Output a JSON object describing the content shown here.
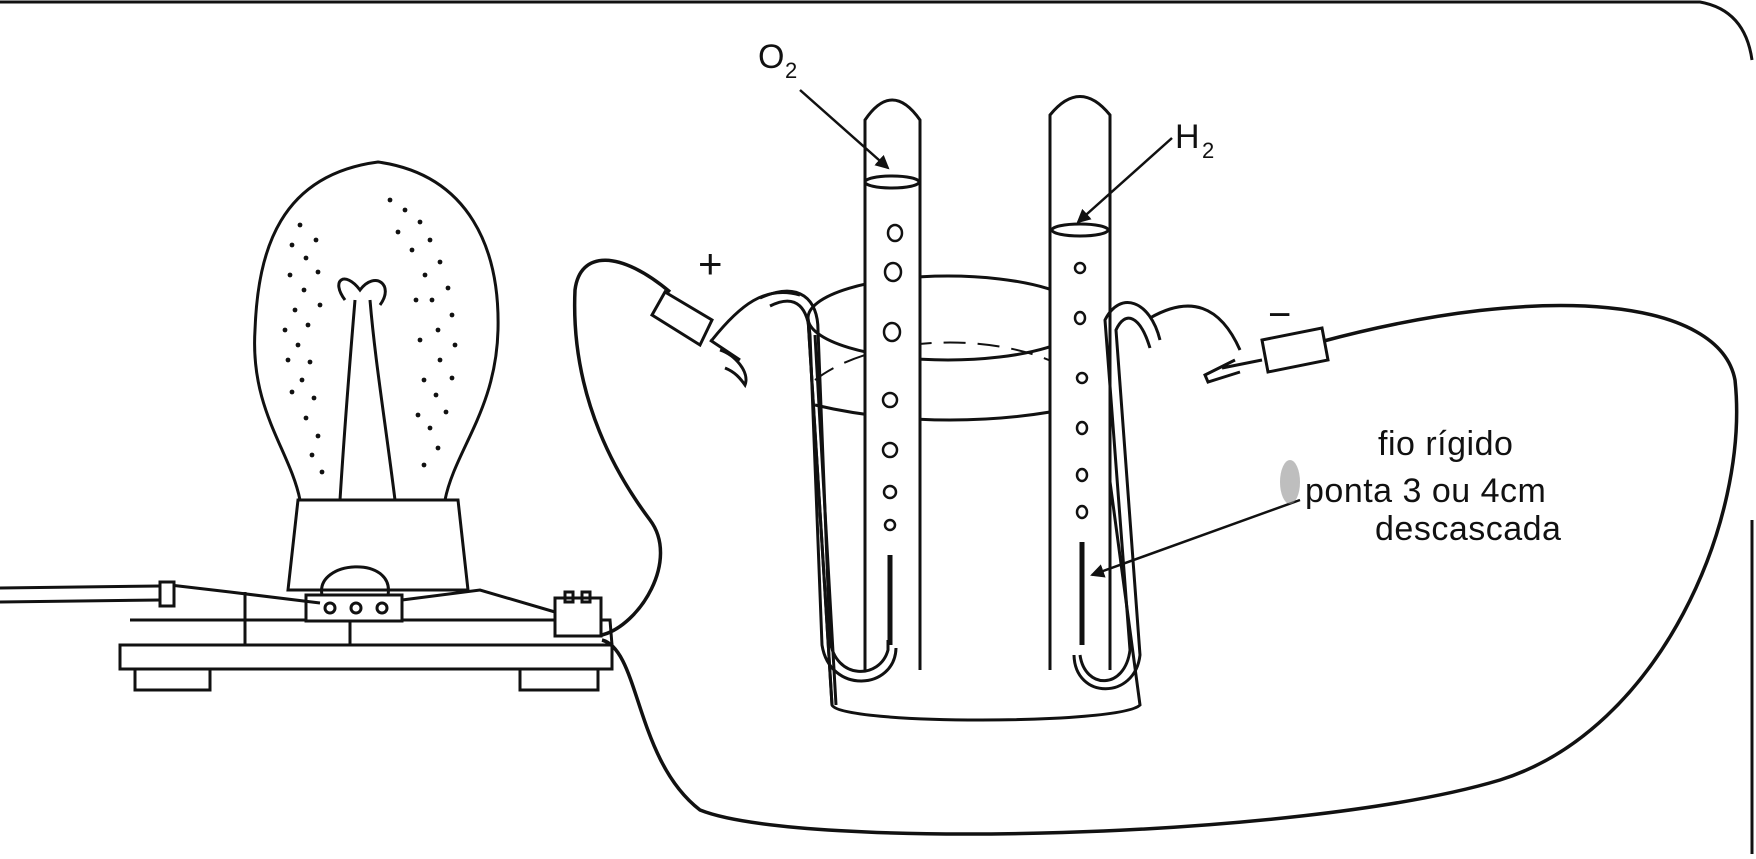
{
  "labels": {
    "oxygen": {
      "main": "O",
      "sub": "2"
    },
    "hydrogen": {
      "main": "H",
      "sub": "2"
    },
    "positive": "+",
    "negative": "−",
    "wire_note": [
      "fio rígido",
      "ponta 3 ou 4cm",
      "descascada"
    ]
  },
  "colors": {
    "ink": "#111111",
    "paper": "#ffffff"
  }
}
